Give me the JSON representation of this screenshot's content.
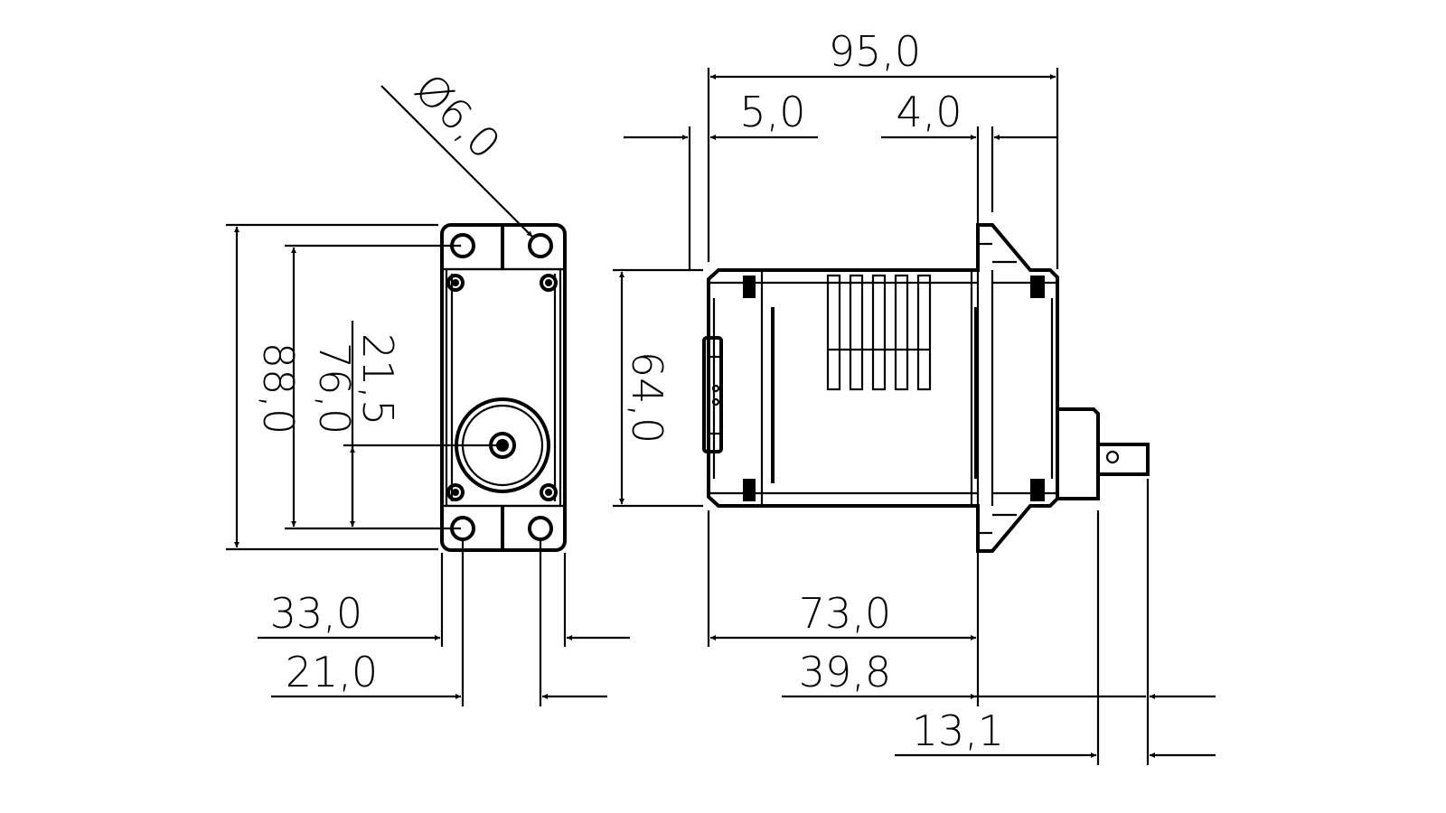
{
  "drawing": {
    "line_color": "#000000",
    "background": "#ffffff",
    "front_view": {
      "height_outer": "88,0",
      "hole_pitch_vertical": "76,0",
      "output_offset": "21,5",
      "hole_diameter": "Ø6,0",
      "width_outer": "33,0",
      "hole_pitch_horizontal": "21,0"
    },
    "side_view": {
      "total_length": "95,0",
      "connector_depth": "5,0",
      "flange_thickness": "4,0",
      "body_height": "64,0",
      "body_to_flange": "73,0",
      "flange_to_shaft_end": "39,8",
      "shaft_length": "13,1"
    }
  }
}
